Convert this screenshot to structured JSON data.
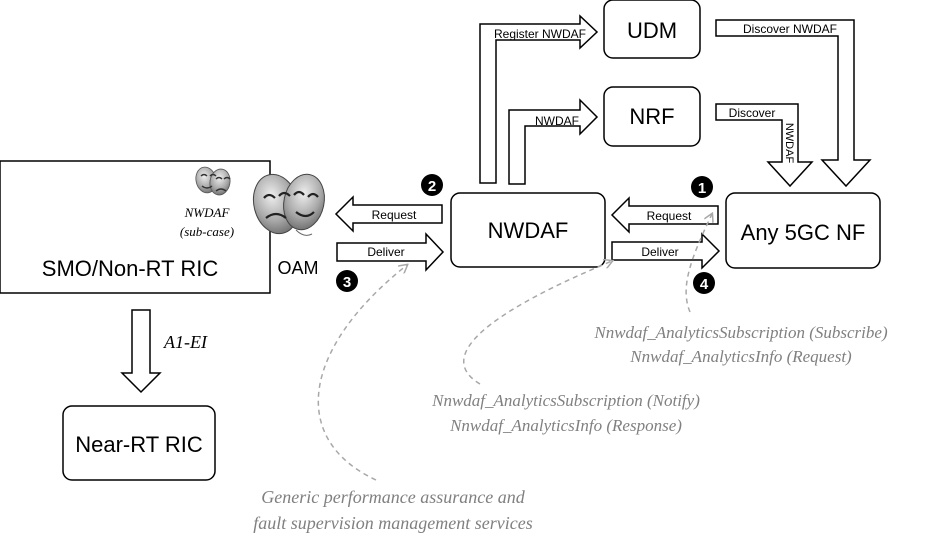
{
  "nodes": {
    "smo": "SMO/Non-RT RIC",
    "near_rt": "Near-RT RIC",
    "nwdaf": "NWDAF",
    "udm": "UDM",
    "nrf": "NRF",
    "any_nf": "Any 5GC NF",
    "oam": "OAM",
    "nwdaf_subcase_line1": "NWDAF",
    "nwdaf_subcase_line2": "(sub-case)"
  },
  "arrows": {
    "register_nwdaf": "Register NWDAF",
    "nwdaf_nrf": "NWDAF",
    "discover_nwdaf": "Discover NWDAF",
    "discover": "Discover",
    "discover_vertical": "NWDAF",
    "request_left": "Request",
    "deliver_left": "Deliver",
    "request_right": "Request",
    "deliver_right": "Deliver",
    "a1_ei": "A1-EI"
  },
  "badges": {
    "b1": "1",
    "b2": "2",
    "b3": "3",
    "b4": "4"
  },
  "annotations": {
    "subscribe_line1": "Nnwdaf_AnalyticsSubscription (Subscribe)",
    "subscribe_line2": "Nnwdaf_AnalyticsInfo (Request)",
    "notify_line1": "Nnwdaf_AnalyticsSubscription (Notify)",
    "notify_line2": "Nnwdaf_AnalyticsInfo (Response)",
    "generic_line1": "Generic performance assurance and",
    "generic_line2": "fault supervision management services"
  },
  "colors": {
    "stroke": "#000000",
    "annotation": "#808080",
    "mask": "#9a9a9a"
  }
}
